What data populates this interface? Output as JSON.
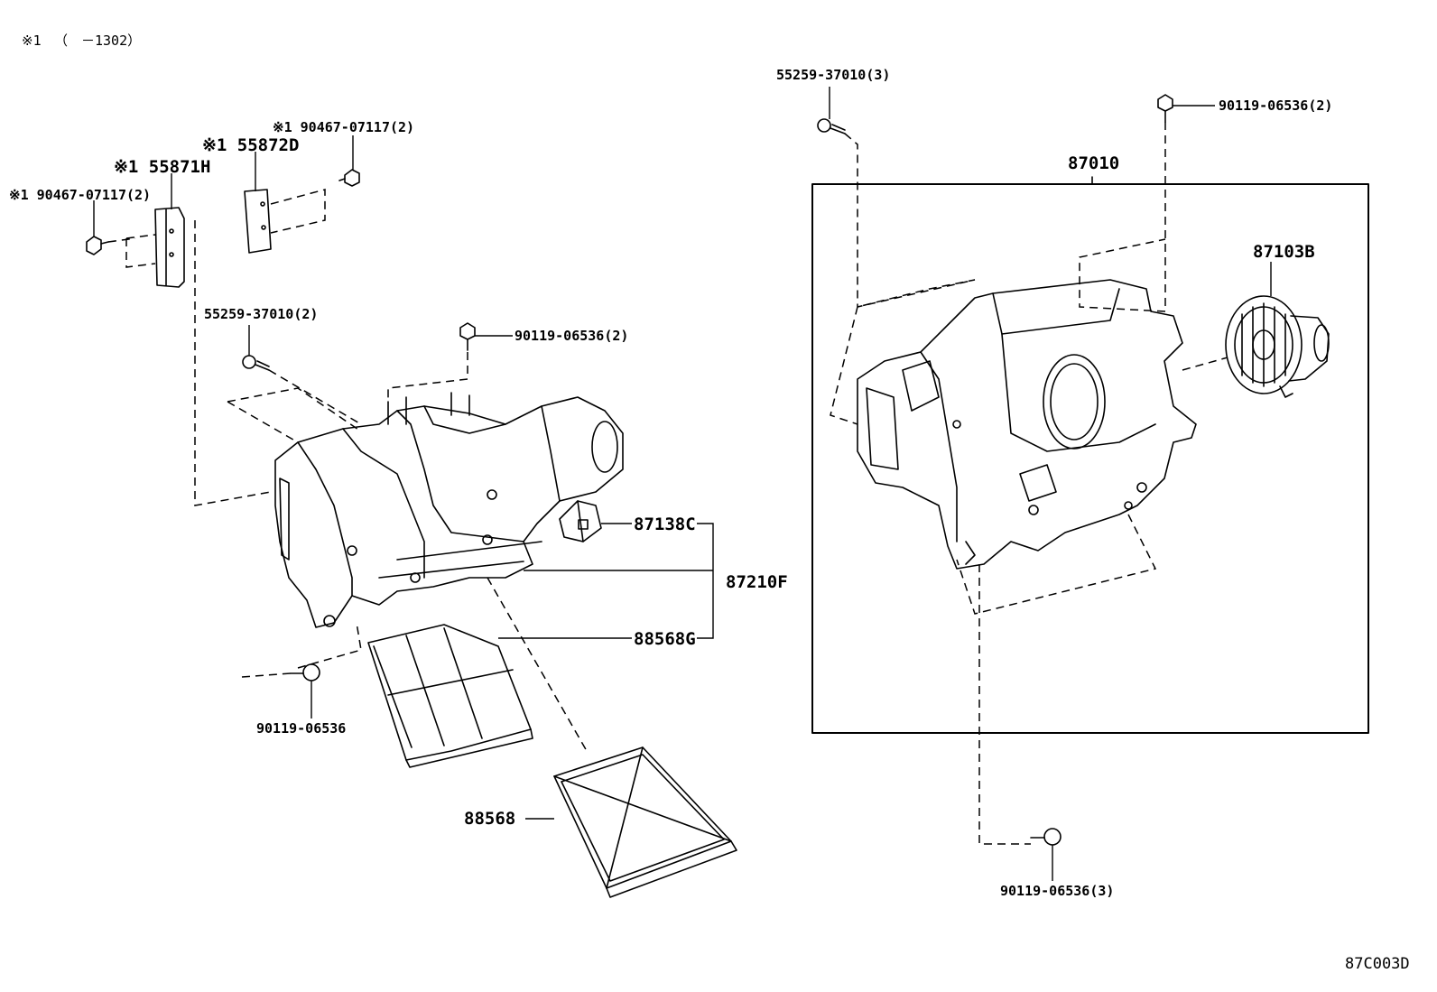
{
  "legend": {
    "marker": "※1",
    "range": "（　－1302）"
  },
  "labels": {
    "screw_left_top": "※1 90467-07117(2)",
    "screw_center_top": "※1 90467-07117(2)",
    "part_55871H": "※1 55871H",
    "part_55872D": "※1 55872D",
    "screw_55259_left": "55259-37010(2)",
    "bolt_90119_top_left": "90119-06536(2)",
    "part_87138C": "87138C",
    "part_87210F": "87210F",
    "part_88568G": "88568G",
    "bolt_90119_bottom_left": "90119-06536",
    "part_88568": "88568",
    "screw_55259_right": "55259-37010(3)",
    "bolt_90119_top_right": "90119-06536(2)",
    "part_87010": "87010",
    "part_87103B": "87103B",
    "bolt_90119_bottom_right": "90119-06536(3)"
  },
  "diagram_code": "87C003D"
}
